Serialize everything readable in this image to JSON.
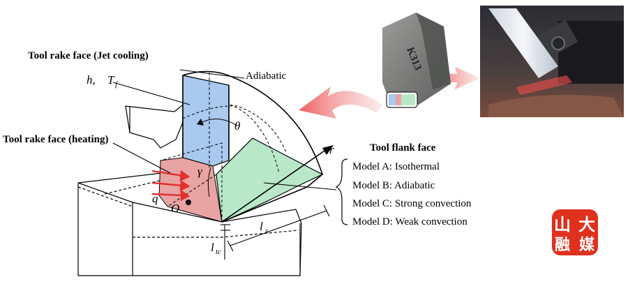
{
  "labels": {
    "rake_jet": "Tool rake face (Jet cooling)",
    "rake_heating": "Tool rake face (heating)",
    "adiabatic": "Adiabatic",
    "h": "h,",
    "Tf": "T",
    "Tf_sub": "f",
    "theta": "θ",
    "gamma": "γ",
    "r": "r",
    "q": "q",
    "O": "O",
    "ls": "l",
    "ls_sub": "s",
    "ltc": "l",
    "ltc_sub": "tc"
  },
  "flank": {
    "title": "Tool flank face",
    "models": [
      "Model A: Isothermal",
      "Model B: Adiabatic",
      "Model C: Strong convection",
      "Model D: Weak convection"
    ]
  },
  "logo": {
    "chars": [
      "山",
      "大",
      "融",
      "媒"
    ]
  },
  "tool_marking": "K313",
  "colors": {
    "blue_face": "#a9c9ef",
    "green_face": "#b9e8c9",
    "red_face": "#e8a3a3",
    "arrow_pink": "#ef6f6f",
    "heat_arrow": "#e03030",
    "logo_red": "#e0301e"
  }
}
